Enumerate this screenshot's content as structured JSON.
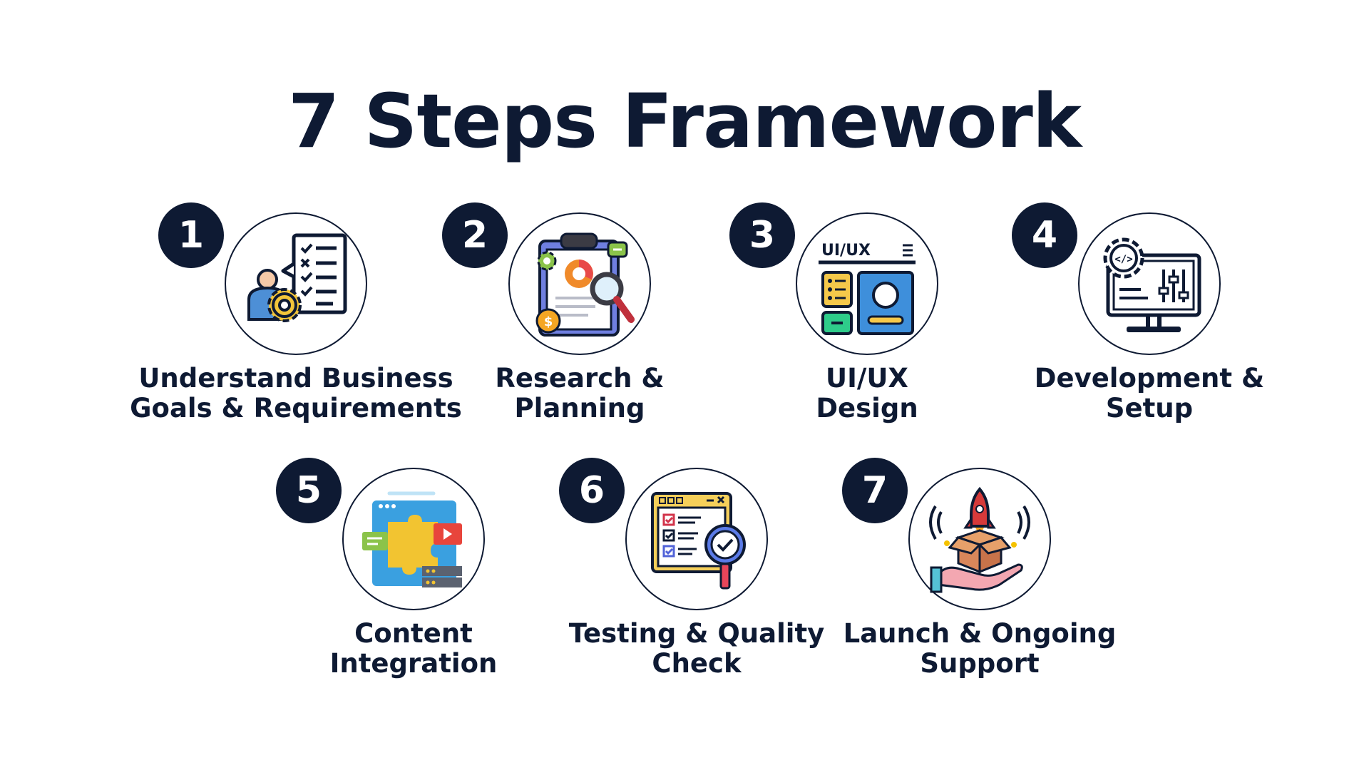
{
  "title": "7 Steps Framework",
  "colors": {
    "navy": "#0e1a33",
    "background": "#ffffff"
  },
  "steps": [
    {
      "number": "1",
      "line1": "Understand Business",
      "line2": "Goals & Requirements",
      "icon": "requirements-checklist-icon"
    },
    {
      "number": "2",
      "line1": "Research &",
      "line2": "Planning",
      "icon": "research-clipboard-icon"
    },
    {
      "number": "3",
      "line1": "UI/UX",
      "line2": "Design",
      "icon": "ui-ux-design-icon",
      "icon_text": "UI/UX"
    },
    {
      "number": "4",
      "line1": "Development &",
      "line2": "Setup",
      "icon": "development-monitor-icon"
    },
    {
      "number": "5",
      "line1": "Content",
      "line2": "Integration",
      "icon": "content-puzzle-icon"
    },
    {
      "number": "6",
      "line1": "Testing & Quality",
      "line2": "Check",
      "icon": "testing-checklist-icon"
    },
    {
      "number": "7",
      "line1": "Launch & Ongoing",
      "line2": "Support",
      "icon": "launch-rocket-icon"
    }
  ]
}
